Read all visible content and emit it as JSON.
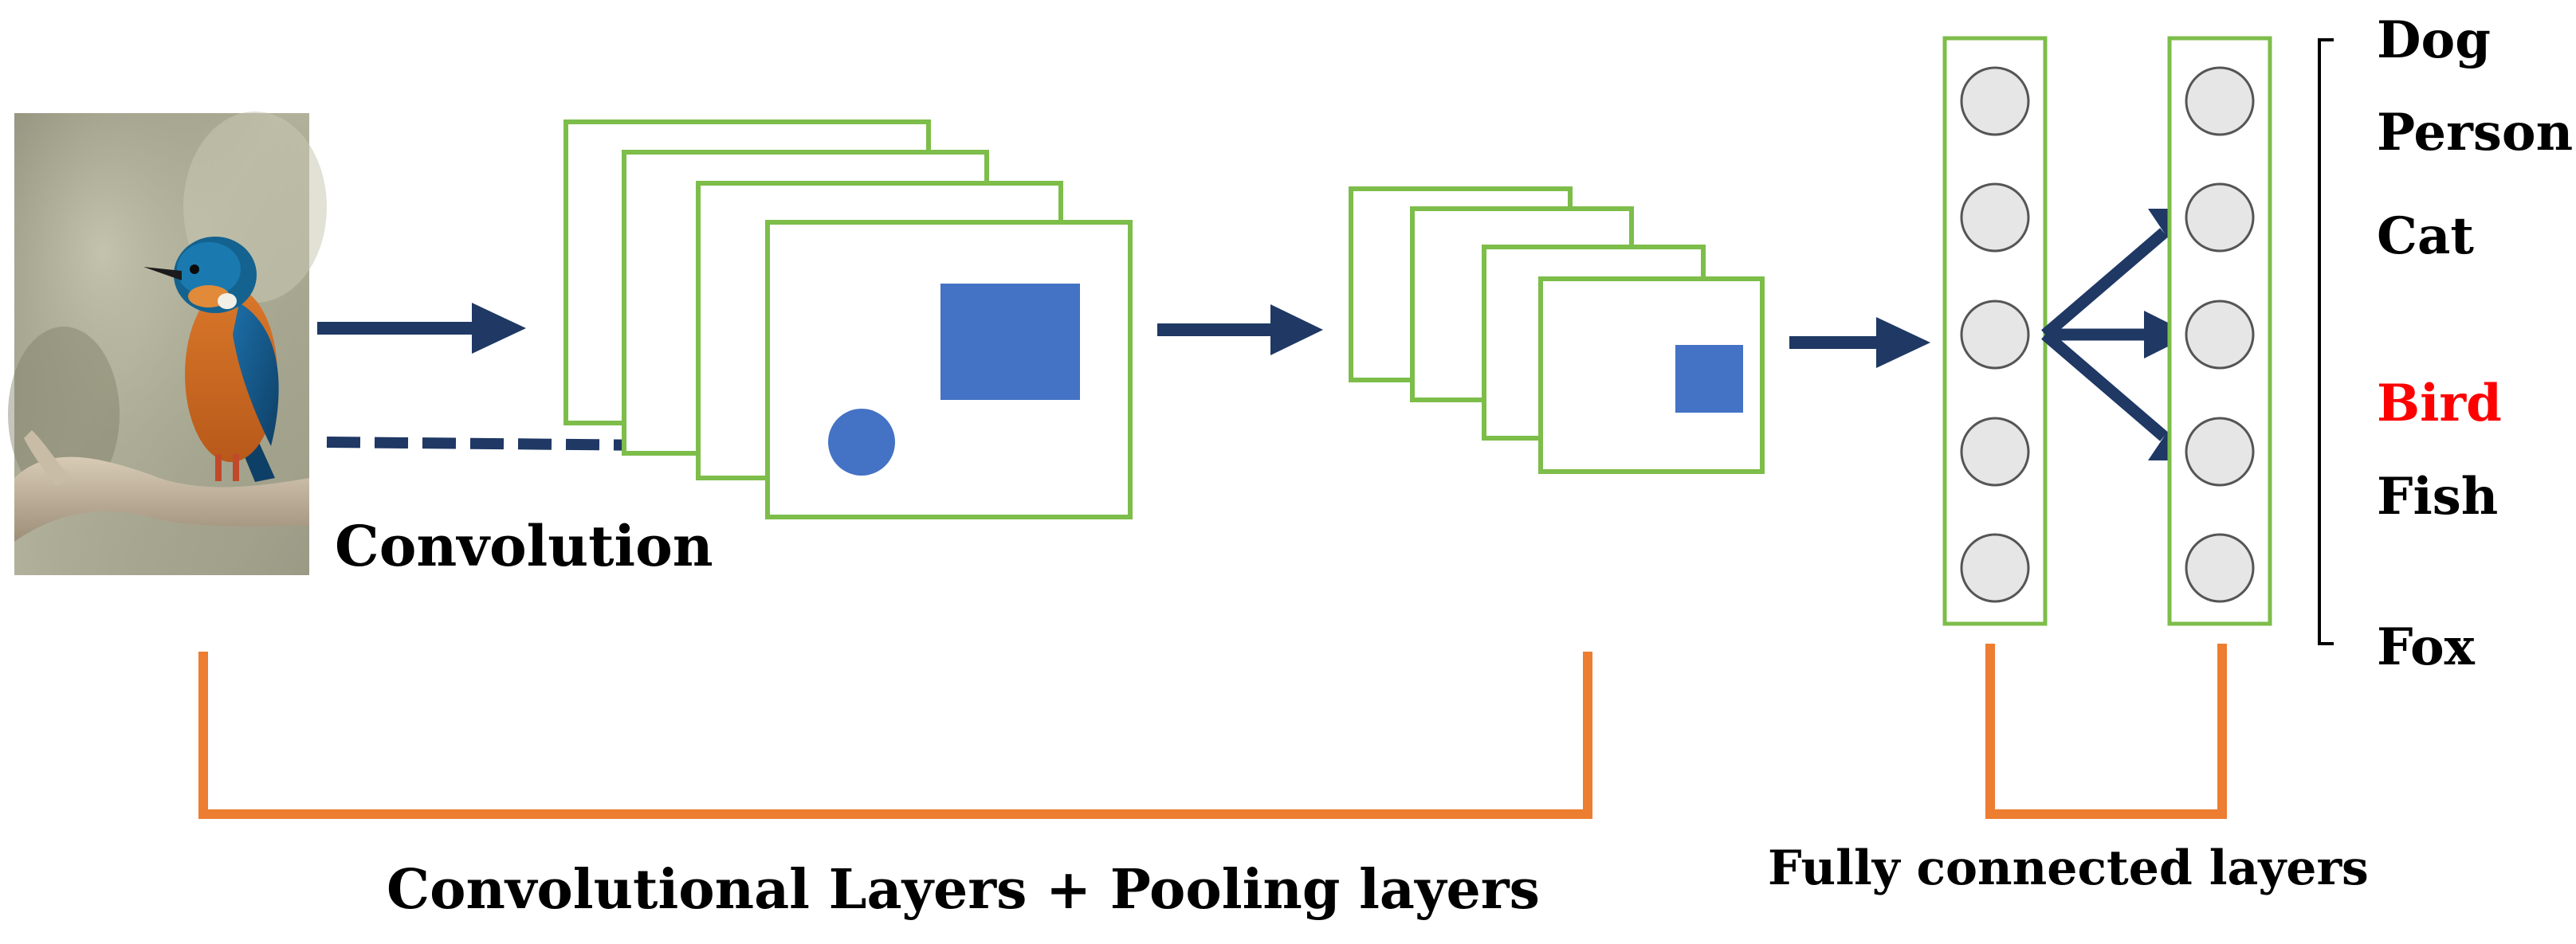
{
  "labels": {
    "convolution": "Convolution",
    "conv_pool_caption": "Convolutional Layers + Pooling layers",
    "fc_caption": "Fully connected layers"
  },
  "outputs": [
    {
      "label": "Dog",
      "highlight": false
    },
    {
      "label": "Person",
      "highlight": false
    },
    {
      "label": "Cat",
      "highlight": false
    },
    {
      "label": "Bird",
      "highlight": true
    },
    {
      "label": "Fish",
      "highlight": false
    },
    {
      "label": "Fox",
      "highlight": false
    }
  ],
  "colors": {
    "layer_border": "#7dbd4a",
    "arrow": "#1f3864",
    "feature_shape": "#4472c4",
    "bracket": "#ed7d31",
    "highlight_text": "#ff0000",
    "text": "#000000",
    "neuron_fill": "#e6e6e6",
    "neuron_stroke": "#555555"
  },
  "structure": {
    "conv_block_1_layers": 4,
    "conv_block_2_layers": 4,
    "fc_columns": 2,
    "neurons_per_column": 5,
    "input_image": "bird-photo (kingfisher on branch)"
  }
}
